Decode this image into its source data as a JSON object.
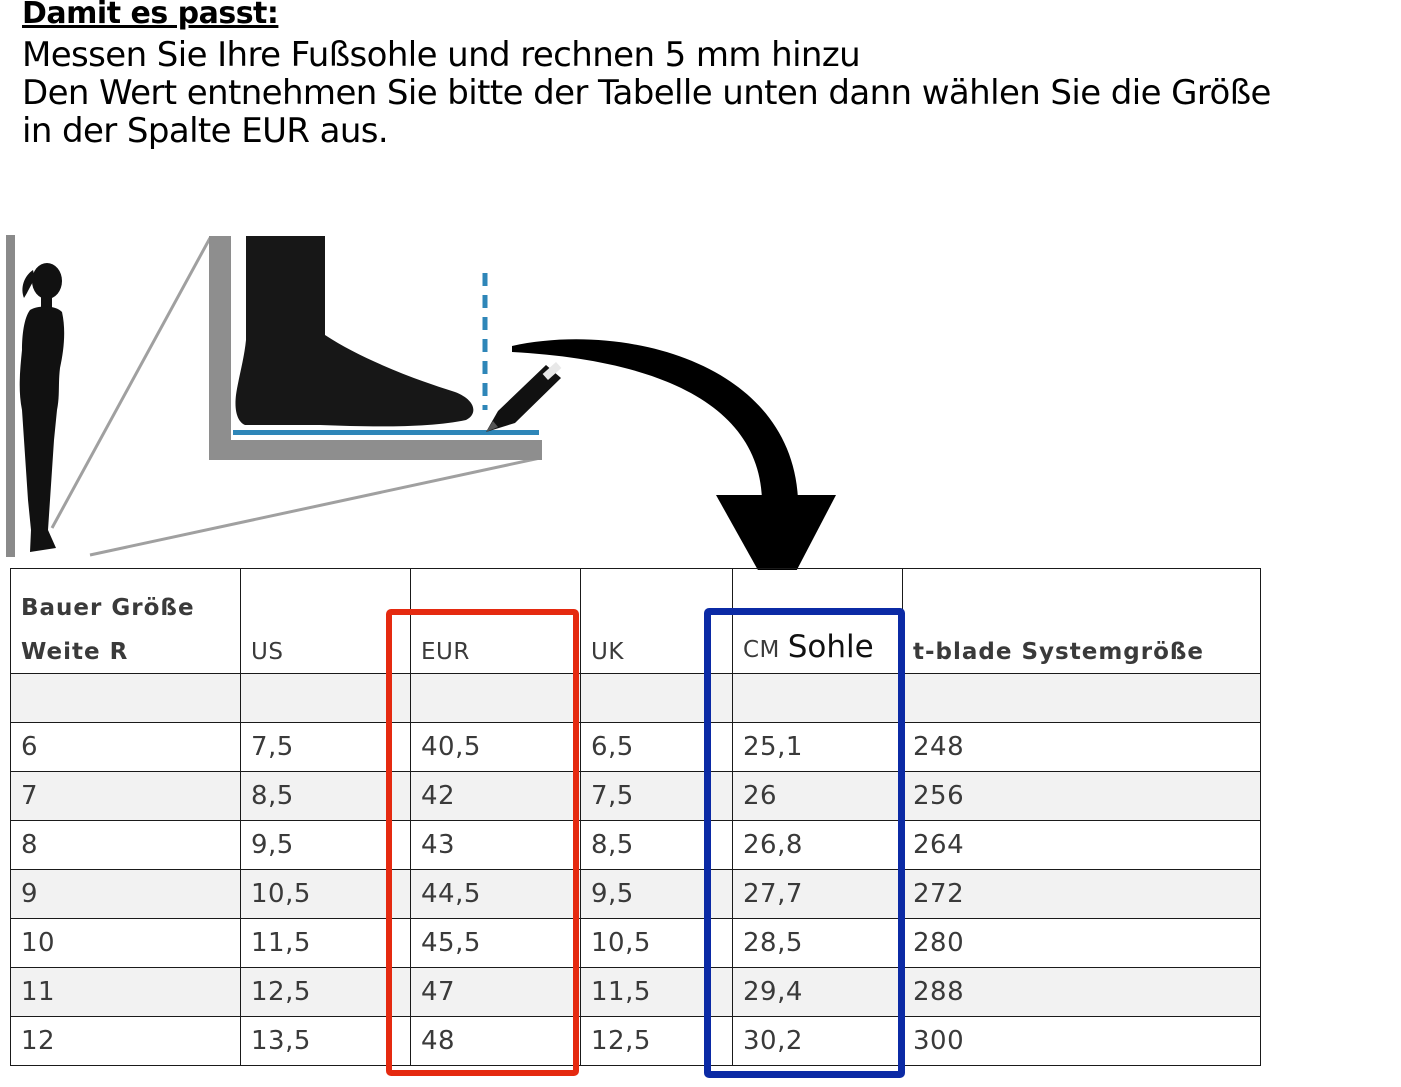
{
  "header": {
    "title": "Damit es passt:",
    "lines": [
      "Messen Sie Ihre Fußsohle und rechnen 5 mm hinzu",
      "Den Wert entnehmen Sie bitte der Tabelle unten dann wählen Sie die Größe",
      "in der Spalte EUR aus."
    ]
  },
  "illustration": {
    "icons": [
      "woman-silhouette-icon",
      "foot-on-ruler-icon",
      "pen-icon",
      "curved-arrow-icon"
    ]
  },
  "table": {
    "headers": {
      "bauer_top": "Bauer Größe",
      "bauer_bottom": "Weite R",
      "us": "US",
      "eur": "EUR",
      "uk": "UK",
      "cm": "CM",
      "cm_note": "Sohle",
      "tblade": "t-blade Systemgröße"
    },
    "rows": [
      [
        "6",
        "7,5",
        "40,5",
        "6,5",
        "25,1",
        "248"
      ],
      [
        "7",
        "8,5",
        "42",
        "7,5",
        "26",
        "256"
      ],
      [
        "8",
        "9,5",
        "43",
        "8,5",
        "26,8",
        "264"
      ],
      [
        "9",
        "10,5",
        "44,5",
        "9,5",
        "27,7",
        "272"
      ],
      [
        "10",
        "11,5",
        "45,5",
        "10,5",
        "28,5",
        "280"
      ],
      [
        "11",
        "12,5",
        "47",
        "11,5",
        "29,4",
        "288"
      ],
      [
        "12",
        "13,5",
        "48",
        "12,5",
        "30,2",
        "300"
      ]
    ]
  },
  "colors": {
    "eur_highlight": "#e52a10",
    "cm_highlight": "#0b2aa5",
    "measure_line": "#2e86b8",
    "wall": "#8a8a8a"
  }
}
